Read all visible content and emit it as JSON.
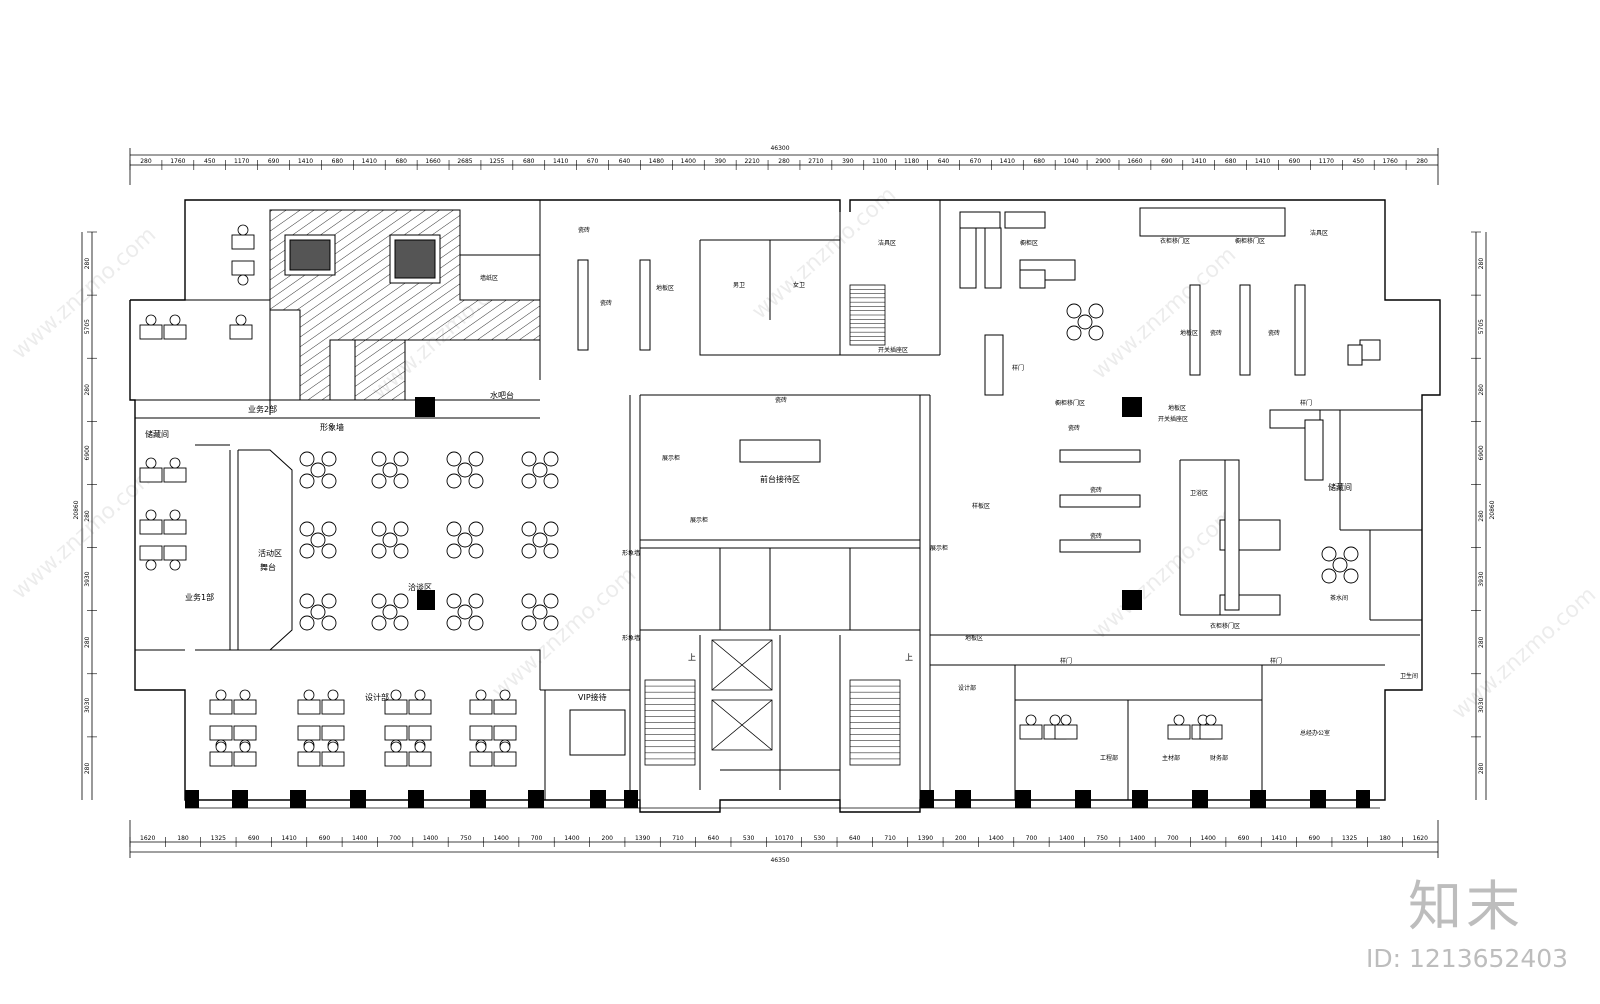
{
  "brand": {
    "logo_text": "知末",
    "id_text": "ID: 1213652403"
  },
  "watermark": "www.znzmo.com",
  "dimensions": {
    "top_total": "46300",
    "bottom_total": "46350",
    "left_total": "20860",
    "right_total": "20860",
    "top": [
      "280",
      "1760",
      "450",
      "1170",
      "690",
      "1410",
      "680",
      "1410",
      "680",
      "1660",
      "2685",
      "1255",
      "680",
      "1410",
      "670",
      "640",
      "1480",
      "1400",
      "390",
      "2210",
      "280",
      "2710",
      "390",
      "1100",
      "1180",
      "640",
      "670",
      "1410",
      "680",
      "1040",
      "2900",
      "1660",
      "690",
      "1410",
      "680",
      "1410",
      "690",
      "1170",
      "450",
      "1760",
      "280"
    ],
    "bottom": [
      "1620",
      "180",
      "1325",
      "690",
      "1410",
      "690",
      "1400",
      "700",
      "1400",
      "750",
      "1400",
      "700",
      "1400",
      "200",
      "1390",
      "710",
      "640",
      "530",
      "10170",
      "530",
      "640",
      "710",
      "1390",
      "200",
      "1400",
      "700",
      "1400",
      "750",
      "1400",
      "700",
      "1400",
      "690",
      "1410",
      "690",
      "1325",
      "180",
      "1620"
    ],
    "left": [
      "280",
      "5705",
      "280",
      "6900",
      "280",
      "3930",
      "280",
      "3030",
      "280"
    ],
    "right": [
      "280",
      "5705",
      "280",
      "6900",
      "280",
      "3930",
      "280",
      "3030",
      "280"
    ]
  },
  "rooms": {
    "r1": "业务2部",
    "r2": "储藏间",
    "r3": "业务1部",
    "r4": "形象墙",
    "r5": "水吧台",
    "r6": "活动区",
    "r7": "舞台",
    "r8": "洽谈区",
    "r9": "设计部",
    "r10": "VIP接待",
    "r11": "前台接待区",
    "r12": "展示柜",
    "r13": "展示柜",
    "r14": "形象墙",
    "r15": "形象墙",
    "r16": "瓷砖",
    "r17": "地板区",
    "r18": "男卫",
    "r19": "女卫",
    "r20": "洁具区",
    "r21": "开关插座区",
    "r22": "橱柜区",
    "r23": "衣柜移门区",
    "r24": "橱柜移门区",
    "r25": "洁具区",
    "r26": "开关插座区",
    "r27": "储藏间",
    "r28": "茶水间",
    "r29": "工程部",
    "r30": "主材部",
    "r31": "财务部",
    "r32": "总经办公室",
    "r33": "卫生间",
    "r34": "地板区",
    "r35": "样门",
    "r36": "样门",
    "r37": "瓷砖",
    "r38": "瓷砖",
    "r39": "地板区",
    "r40": "瓷砖",
    "r41": "衣柜移门区",
    "r42": "上",
    "r43": "上",
    "r44": "样板区",
    "r45": "橱柜移门区",
    "r46": "样门",
    "r47": "设计部",
    "r48": "地板区",
    "r49": "瓷砖",
    "r50": "样门",
    "r51": "卫浴区",
    "r52": "瓷砖",
    "r53": "瓷砖",
    "r54": "瓷砖",
    "r55": "展示柜",
    "r56": "墙纸区"
  }
}
